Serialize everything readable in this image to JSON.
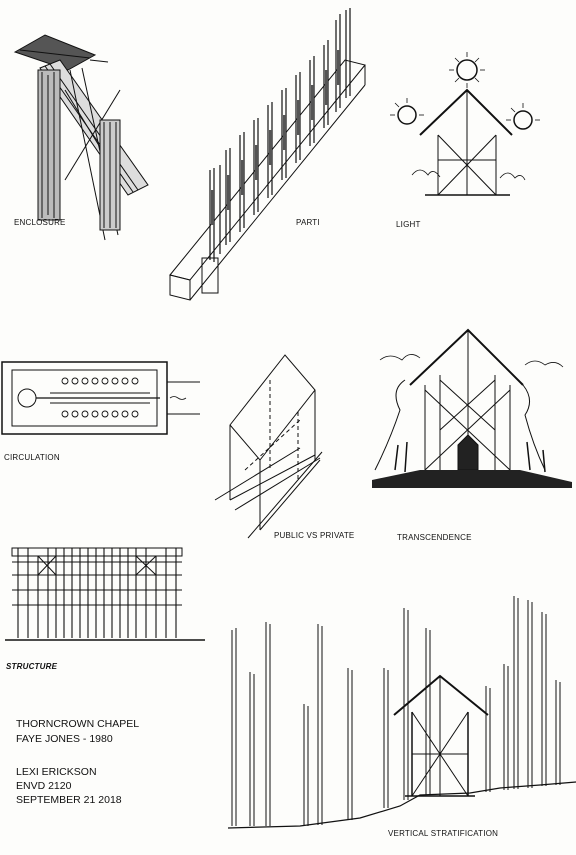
{
  "labels": {
    "enclosure": "ENCLOSURE",
    "parti": "PARTI",
    "light": "LIGHT",
    "circulation": "CIRCULATION",
    "public_vs_private": "PUBLIC VS PRIVATE",
    "transcendence": "TRANSCENDENCE",
    "structure": "STRUCTURE",
    "vertical_stratification": "VERTICAL STRATIFICATION"
  },
  "project": {
    "title": "THORNCROWN CHAPEL",
    "architect": "FAYE JONES - 1980"
  },
  "author": {
    "name": "LEXI ERICKSON",
    "course": "ENVD 2120",
    "date": "SEPTEMBER 21 2018"
  }
}
